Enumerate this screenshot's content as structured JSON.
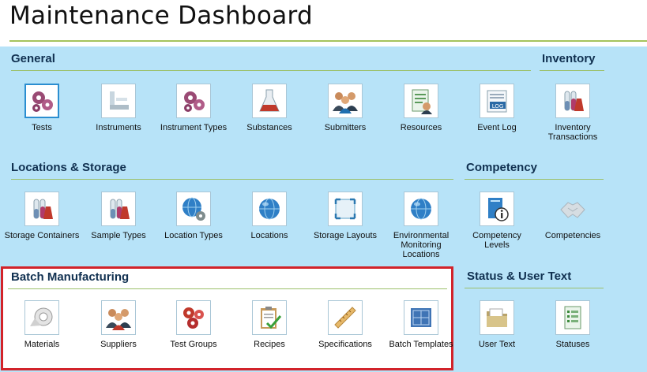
{
  "page": {
    "title": "Maintenance Dashboard"
  },
  "sections": {
    "general": {
      "title": "General",
      "items": [
        {
          "label": "Tests",
          "icon": "gears-icon"
        },
        {
          "label": "Instruments",
          "icon": "instrument-icon"
        },
        {
          "label": "Instrument Types",
          "icon": "gears-icon"
        },
        {
          "label": "Substances",
          "icon": "flask-icon"
        },
        {
          "label": "Submitters",
          "icon": "people-icon"
        },
        {
          "label": "Resources",
          "icon": "resource-document-icon"
        },
        {
          "label": "Event Log",
          "icon": "log-icon"
        }
      ]
    },
    "inventory": {
      "title": "Inventory",
      "items": [
        {
          "label": "Inventory Transactions",
          "icon": "test-tubes-icon"
        }
      ]
    },
    "locations": {
      "title": "Locations & Storage",
      "items": [
        {
          "label": "Storage Containers",
          "icon": "test-tubes-icon"
        },
        {
          "label": "Sample Types",
          "icon": "test-tubes-icon"
        },
        {
          "label": "Location Types",
          "icon": "globe-gears-icon"
        },
        {
          "label": "Locations",
          "icon": "globe-icon"
        },
        {
          "label": "Storage Layouts",
          "icon": "layout-frame-icon"
        },
        {
          "label": "Environmental Monitoring Locations",
          "icon": "globe-icon"
        }
      ]
    },
    "competency": {
      "title": "Competency",
      "items": [
        {
          "label": "Competency Levels",
          "icon": "info-document-icon"
        },
        {
          "label": "Competencies",
          "icon": "handshake-icon"
        }
      ]
    },
    "batch": {
      "title": "Batch Manufacturing",
      "items": [
        {
          "label": "Materials",
          "icon": "tape-roll-icon"
        },
        {
          "label": "Suppliers",
          "icon": "people-icon"
        },
        {
          "label": "Test Groups",
          "icon": "gears-icon"
        },
        {
          "label": "Recipes",
          "icon": "clipboard-check-icon"
        },
        {
          "label": "Specifications",
          "icon": "ruler-icon"
        },
        {
          "label": "Batch Templates",
          "icon": "blueprint-icon"
        }
      ]
    },
    "status": {
      "title": "Status & User Text",
      "items": [
        {
          "label": "User Text",
          "icon": "folder-icon"
        },
        {
          "label": "Statuses",
          "icon": "list-document-icon"
        }
      ]
    }
  }
}
